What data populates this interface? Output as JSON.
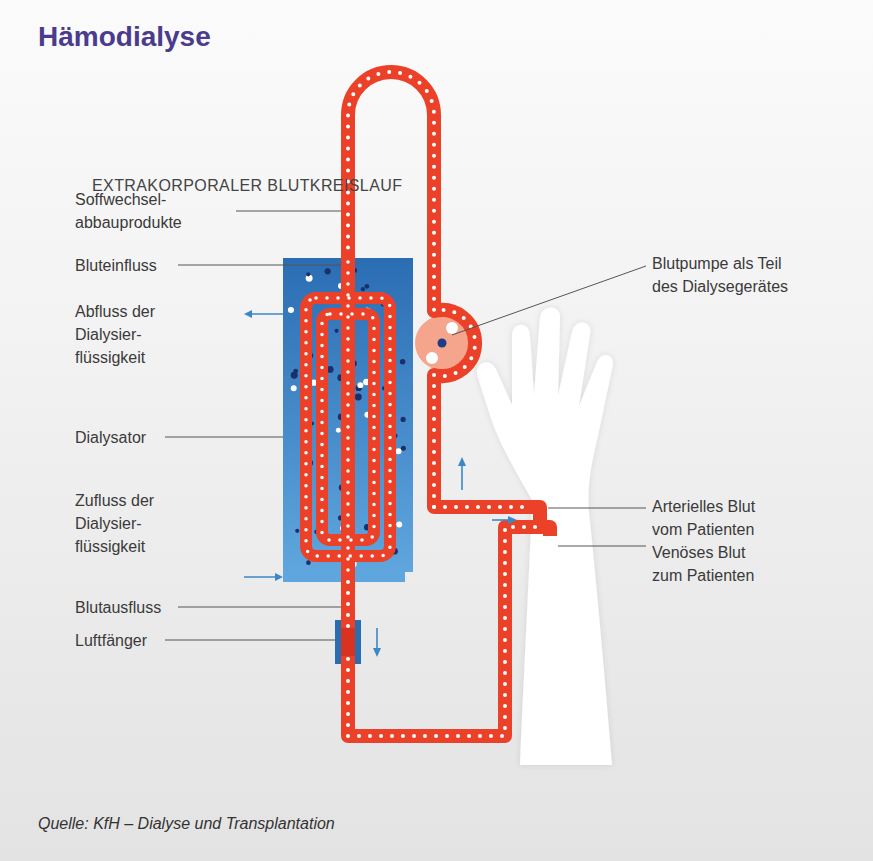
{
  "diagram": {
    "title": "Hämodialyse",
    "caption": "Quelle: KfH – Dialyse und Transplantation",
    "labels": [
      "EXTRAKORPORALER BLUTKREISLAUF",
      "Soffwechsel- abbauprodukte",
      "Blutpumpe als Teil des Dialysegerätes",
      "Bluteinfluss",
      "Abfluss der Dialysier- flüssigkeit",
      "Dialysator",
      "Arterielles Blut vom Patienten",
      "Venöses Blut zum Patienten",
      "Zufluss der Dialysier- flüssigkeit",
      "Blutausfluss",
      "Luftfänger"
    ]
  }
}
